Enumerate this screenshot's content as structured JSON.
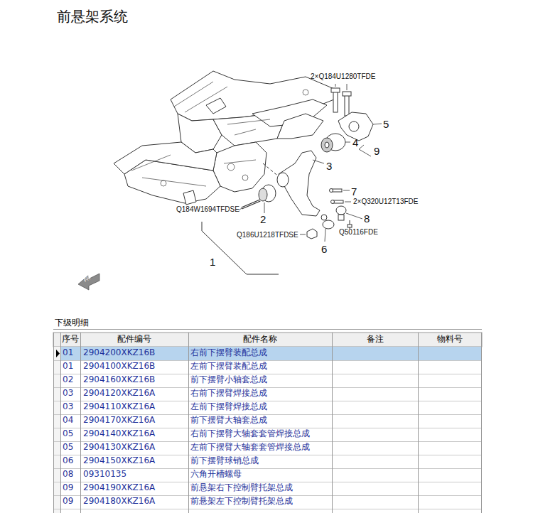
{
  "diagram": {
    "title": "前悬架系统",
    "labels": [
      "2×Q184U1280TFDE",
      "5",
      "4",
      "9",
      "3",
      "7",
      "2×Q320U12T13FDE",
      "Q184W1694TFDSE",
      "2",
      "8",
      "Q186U1218TFDSE",
      "Q50116FDE",
      "6",
      "1",
      "FR",
      "下级明细",
      "序号",
      "配件编号",
      "配件名称",
      "备注",
      "物料号",
      "01",
      "2904200XKZ16B",
      "右前下摆臂装配总成",
      "01",
      "2904100XKZ16B",
      "左前下摆臂装配总成",
      "02",
      "2904160XKZ16B",
      "前下摆臂小轴套总成",
      "03",
      "2904120XKZ16A",
      "右前下摆臂焊接总成",
      "03",
      "2904110XKZ16A",
      "左前下摆臂焊接总成",
      "04",
      "2904170XKZ16A",
      "前下摆臂大轴套总成",
      "05",
      "2904140XKZ16A",
      "右前下摆臂大轴套套管焊接总成",
      "05",
      "2904130XKZ16A",
      "左前下摆臂大轴套套管焊接总成",
      "06",
      "2904150XKZ16A",
      "前下摆臂球销总成",
      "08",
      "09310135",
      "六角开槽螺母",
      "09",
      "2904190XKZ16A",
      "前悬架右下控制臂托架总成",
      "09",
      "2904180XKZ16A",
      "前悬架左下控制臂托架总成"
    ]
  }
}
